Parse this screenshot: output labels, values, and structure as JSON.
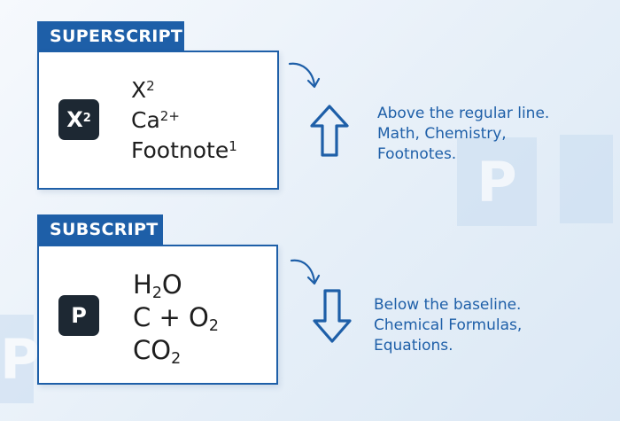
{
  "superscript": {
    "label": "SUPERSCRIPT",
    "badge": {
      "base": "X",
      "sup": "2"
    },
    "examples": [
      {
        "base": "X",
        "sup": "2"
      },
      {
        "base": "Ca",
        "sup": "2+"
      },
      {
        "base": "Footnote",
        "sup": "1"
      }
    ],
    "description": "Above the regular line. Math, Chemistry, Footnotes."
  },
  "subscript": {
    "label": "SUBSCRIPT",
    "badge": {
      "letter": "P"
    },
    "examples": [
      {
        "a": "H",
        "sub": "2",
        "b": "O"
      },
      {
        "a": "C + O",
        "sub": "2",
        "b": ""
      },
      {
        "a": "CO",
        "sub": "2",
        "b": ""
      }
    ],
    "description": "Below the baseline. Chemical Formulas, Equations."
  },
  "decoration": {
    "letter": "P"
  },
  "colors": {
    "accent": "#1e5fa8",
    "badge": "#1d2833",
    "background": "#e6eff8"
  },
  "icons": [
    "curved-arrow-icon",
    "up-arrow-icon",
    "down-arrow-icon"
  ]
}
